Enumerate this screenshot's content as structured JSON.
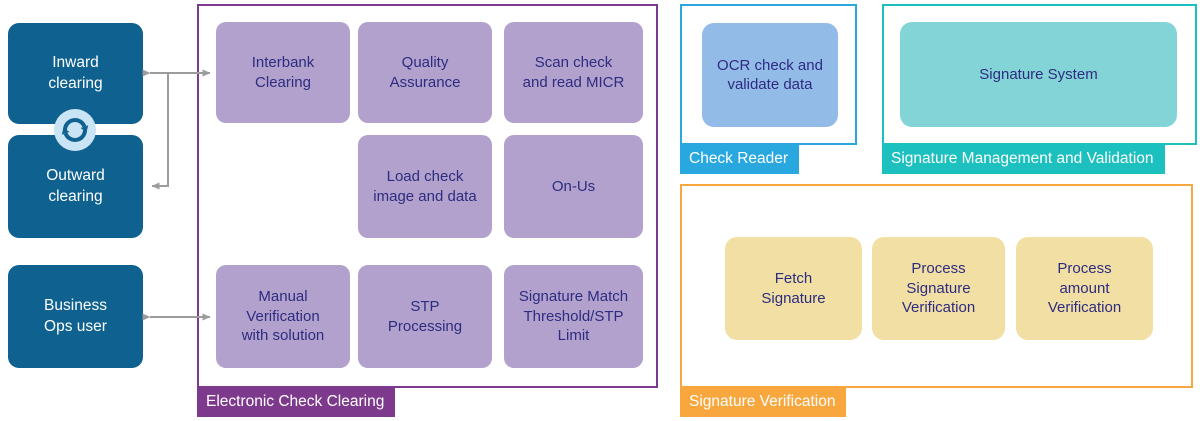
{
  "palette": {
    "canvas_bg": "#ffffff",
    "actor_fill": "#0f618f",
    "actor_text": "#ffffff",
    "box_text": "#2e2c80",
    "ecc_accent": "#7d3a8c",
    "ecc_box_fill": "#b1a1cc",
    "reader_accent": "#29a8e0",
    "reader_box_fill": "#92bbe8",
    "sig_mgmt_accent": "#1bc0bf",
    "sig_mgmt_box_fill": "#83d4d6",
    "sig_ver_accent": "#f8a73e",
    "sig_ver_box_fill": "#f1dfa4",
    "arrow": "#9c9c9c",
    "sync_circle": "#c9e4f4"
  },
  "icons": {
    "sync": "circular-refresh-arrows-icon"
  },
  "actors": [
    {
      "label": "Inward\nclearing"
    },
    {
      "label": "Outward\nclearing"
    },
    {
      "label": "Business\nOps user"
    }
  ],
  "groups": {
    "ecc": {
      "label": "Electronic Check Clearing",
      "boxes": [
        {
          "label": "Interbank\nClearing"
        },
        {
          "label": "Quality\nAssurance"
        },
        {
          "label": "Scan check\nand read MICR"
        },
        {
          "label": "Load check\nimage and data"
        },
        {
          "label": "On-Us"
        },
        {
          "label": "Manual\nVerification\nwith solution"
        },
        {
          "label": "STP\nProcessing"
        },
        {
          "label": "Signature Match\nThreshold/STP\nLimit"
        }
      ]
    },
    "reader": {
      "label": "Check Reader",
      "boxes": [
        {
          "label": "OCR check and\nvalidate data"
        }
      ]
    },
    "sig_mgmt": {
      "label": "Signature Management and Validation",
      "boxes": [
        {
          "label": "Signature System"
        }
      ]
    },
    "sig_ver": {
      "label": "Signature Verification",
      "boxes": [
        {
          "label": "Fetch\nSignature"
        },
        {
          "label": "Process\nSignature\nVerification"
        },
        {
          "label": "Process\namount\nVerification"
        }
      ]
    }
  }
}
